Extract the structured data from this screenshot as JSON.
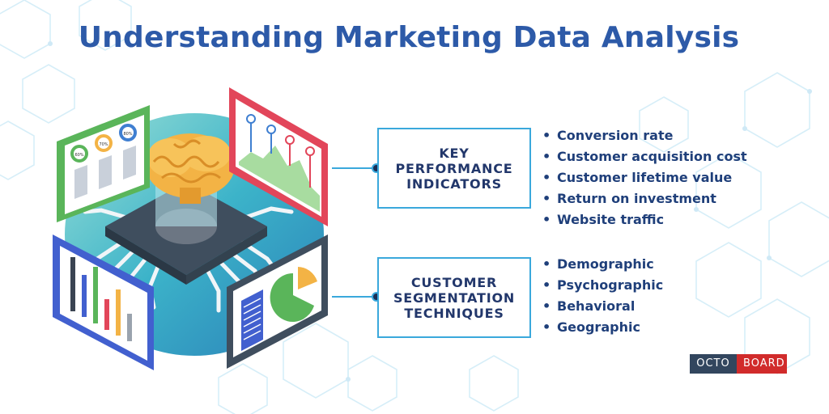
{
  "title": "Understanding Marketing Data Analysis",
  "colors": {
    "title": "#2d5aa8",
    "box_border": "#3aa8dc",
    "box_text": "#22376b",
    "bullet_text": "#1f3f7a",
    "hexagon_lines": "#d6eef8"
  },
  "illustration": {
    "gauge_labels": [
      "60%",
      "70%",
      "80%"
    ],
    "icons": [
      "brain-icon",
      "chip-icon",
      "gauge-panel",
      "line-chart-panel",
      "bar-chart-panel",
      "pie-chart-panel"
    ]
  },
  "kpi": {
    "label_lines": [
      "KEY",
      "PERFORMANCE",
      "INDICATORS"
    ],
    "items": [
      "Conversion rate",
      "Customer acquisition cost",
      "Customer lifetime value",
      "Return on investment",
      "Website traffic"
    ]
  },
  "segmentation": {
    "label_lines": [
      "CUSTOMER",
      "SEGMENTATION",
      "TECHNIQUES"
    ],
    "items": [
      "Demographic",
      "Psychographic",
      "Behavioral",
      "Geographic"
    ]
  },
  "logo": {
    "part1": "OCTO",
    "part2": "BOARD",
    "color1": "#32465e",
    "color2": "#d12b2b"
  }
}
